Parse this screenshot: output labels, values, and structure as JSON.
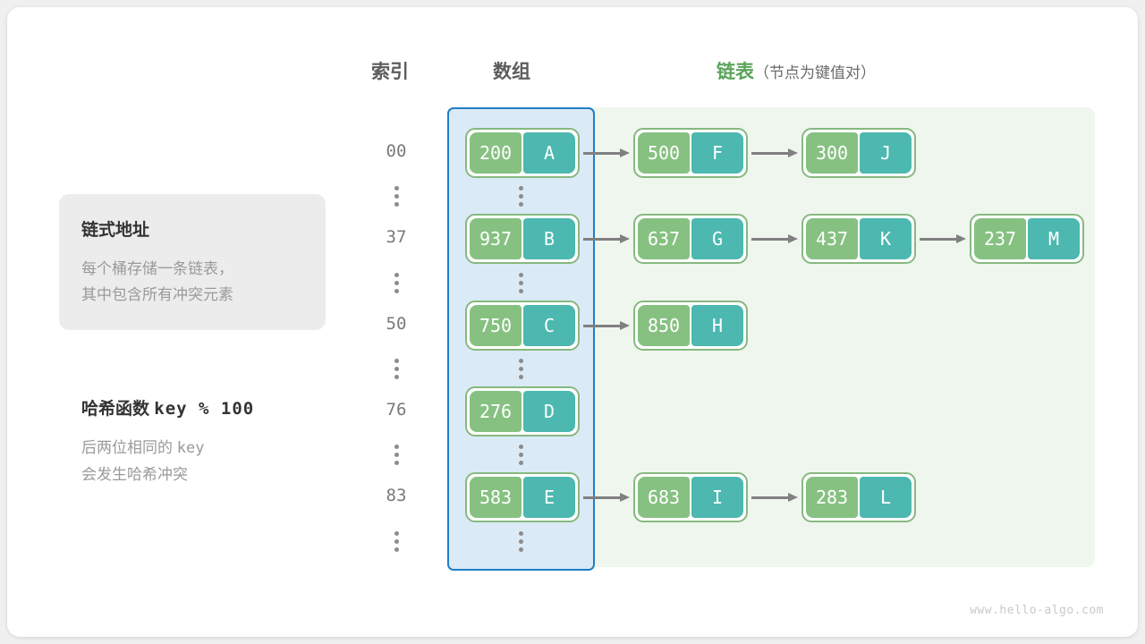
{
  "headers": {
    "index": "索引",
    "array": "数组",
    "list_main": "链表",
    "list_note": "（节点为键值对）"
  },
  "info_box": {
    "title": "链式地址",
    "line1": "每个桶存储一条链表，",
    "line2": "其中包含所有冲突元素"
  },
  "hash_note": {
    "title_label": "哈希函数",
    "title_expr": "key % 100",
    "line1_prefix": "后两位相同的",
    "line1_mono": "key",
    "line2": "会发生哈希冲突"
  },
  "colors": {
    "key_cell": "#86c181",
    "value_cell": "#4cb8b0",
    "node_border": "#86b97f",
    "array_panel_bg": "#dbeaf7",
    "array_panel_border": "#1f7fc4",
    "list_panel_bg": "#eff6ee",
    "arrow": "#808080",
    "header_green": "#5aa35a",
    "header_gray": "#5c5c5c"
  },
  "buckets": [
    {
      "index": "00",
      "nodes": [
        {
          "key": "200",
          "value": "A"
        },
        {
          "key": "500",
          "value": "F"
        },
        {
          "key": "300",
          "value": "J"
        }
      ]
    },
    {
      "index": "37",
      "nodes": [
        {
          "key": "937",
          "value": "B"
        },
        {
          "key": "637",
          "value": "G"
        },
        {
          "key": "437",
          "value": "K"
        },
        {
          "key": "237",
          "value": "M"
        }
      ]
    },
    {
      "index": "50",
      "nodes": [
        {
          "key": "750",
          "value": "C"
        },
        {
          "key": "850",
          "value": "H"
        }
      ]
    },
    {
      "index": "76",
      "nodes": [
        {
          "key": "276",
          "value": "D"
        }
      ]
    },
    {
      "index": "83",
      "nodes": [
        {
          "key": "583",
          "value": "E"
        },
        {
          "key": "683",
          "value": "I"
        },
        {
          "key": "283",
          "value": "L"
        }
      ]
    }
  ],
  "watermark": "www.hello-algo.com"
}
